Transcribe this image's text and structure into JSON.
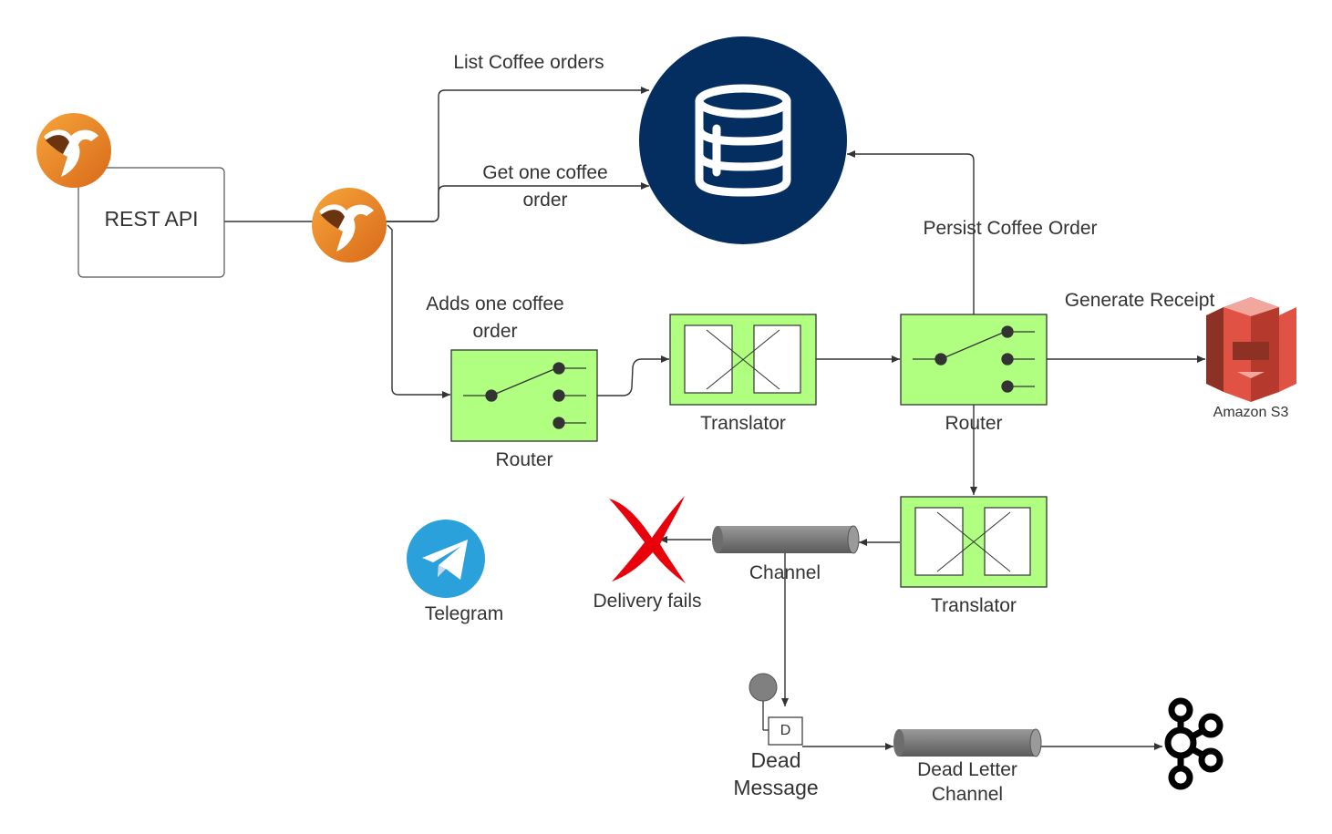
{
  "colors": {
    "camel_orange": "#F08A24",
    "camel_dark": "#7A3E10",
    "database_navy": "#042E5F",
    "eip_green": "#B0FF80",
    "s3_red": "#E05243",
    "telegram_blue": "#2AA1DA",
    "channel_gray": "#808080",
    "delivery_fail_red": "#E8000B"
  },
  "icons": [
    "camel-logo-icon",
    "database-icon",
    "amazon-s3-icon",
    "telegram-icon",
    "kafka-icon",
    "red-x-icon"
  ],
  "labels": {
    "rest_api": "REST API",
    "list_orders": "List Coffee orders",
    "get_order_line1": "Get  one coffee",
    "get_order_line2": "order",
    "persist_order": "Persist Coffee Order",
    "adds_order_line1": "Adds one coffee",
    "adds_order_line2": "order",
    "generate_receipt": "Generate Receipt",
    "router_1": "Router",
    "translator_1": "Translator",
    "router_2": "Router",
    "amazon_s3": "Amazon S3",
    "translator_2": "Translator",
    "channel": "Channel",
    "delivery_fails": "Delivery fails",
    "telegram": "Telegram",
    "dead_message_line1": "Dead",
    "dead_message_line2": "Message",
    "dead_message_marker": "D",
    "dead_letter_line1": "Dead Letter",
    "dead_letter_line2": "Channel"
  }
}
